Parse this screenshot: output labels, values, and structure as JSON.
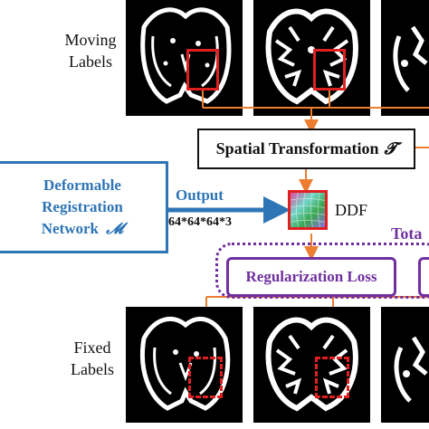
{
  "moving": {
    "label_line1": "Moving",
    "label_line2": "Labels"
  },
  "fixed": {
    "label_line1": "Fixed",
    "label_line2": "Labels"
  },
  "spatial_transformation": {
    "label": "Spatial Transformation",
    "symbol": "𝓣"
  },
  "network": {
    "line1": "Deformable",
    "line2": "Registration",
    "line3": "Network",
    "symbol": "𝓜"
  },
  "output": {
    "label": "Output",
    "shape": "64*64*64*3"
  },
  "ddf": {
    "label": "DDF"
  },
  "total": {
    "label": "Tota"
  },
  "regularization": {
    "label": "Regularization Loss"
  },
  "colors": {
    "orange": "#ed7d31",
    "blue": "#2e75b6",
    "purple": "#7030a0",
    "red": "#e02020"
  }
}
